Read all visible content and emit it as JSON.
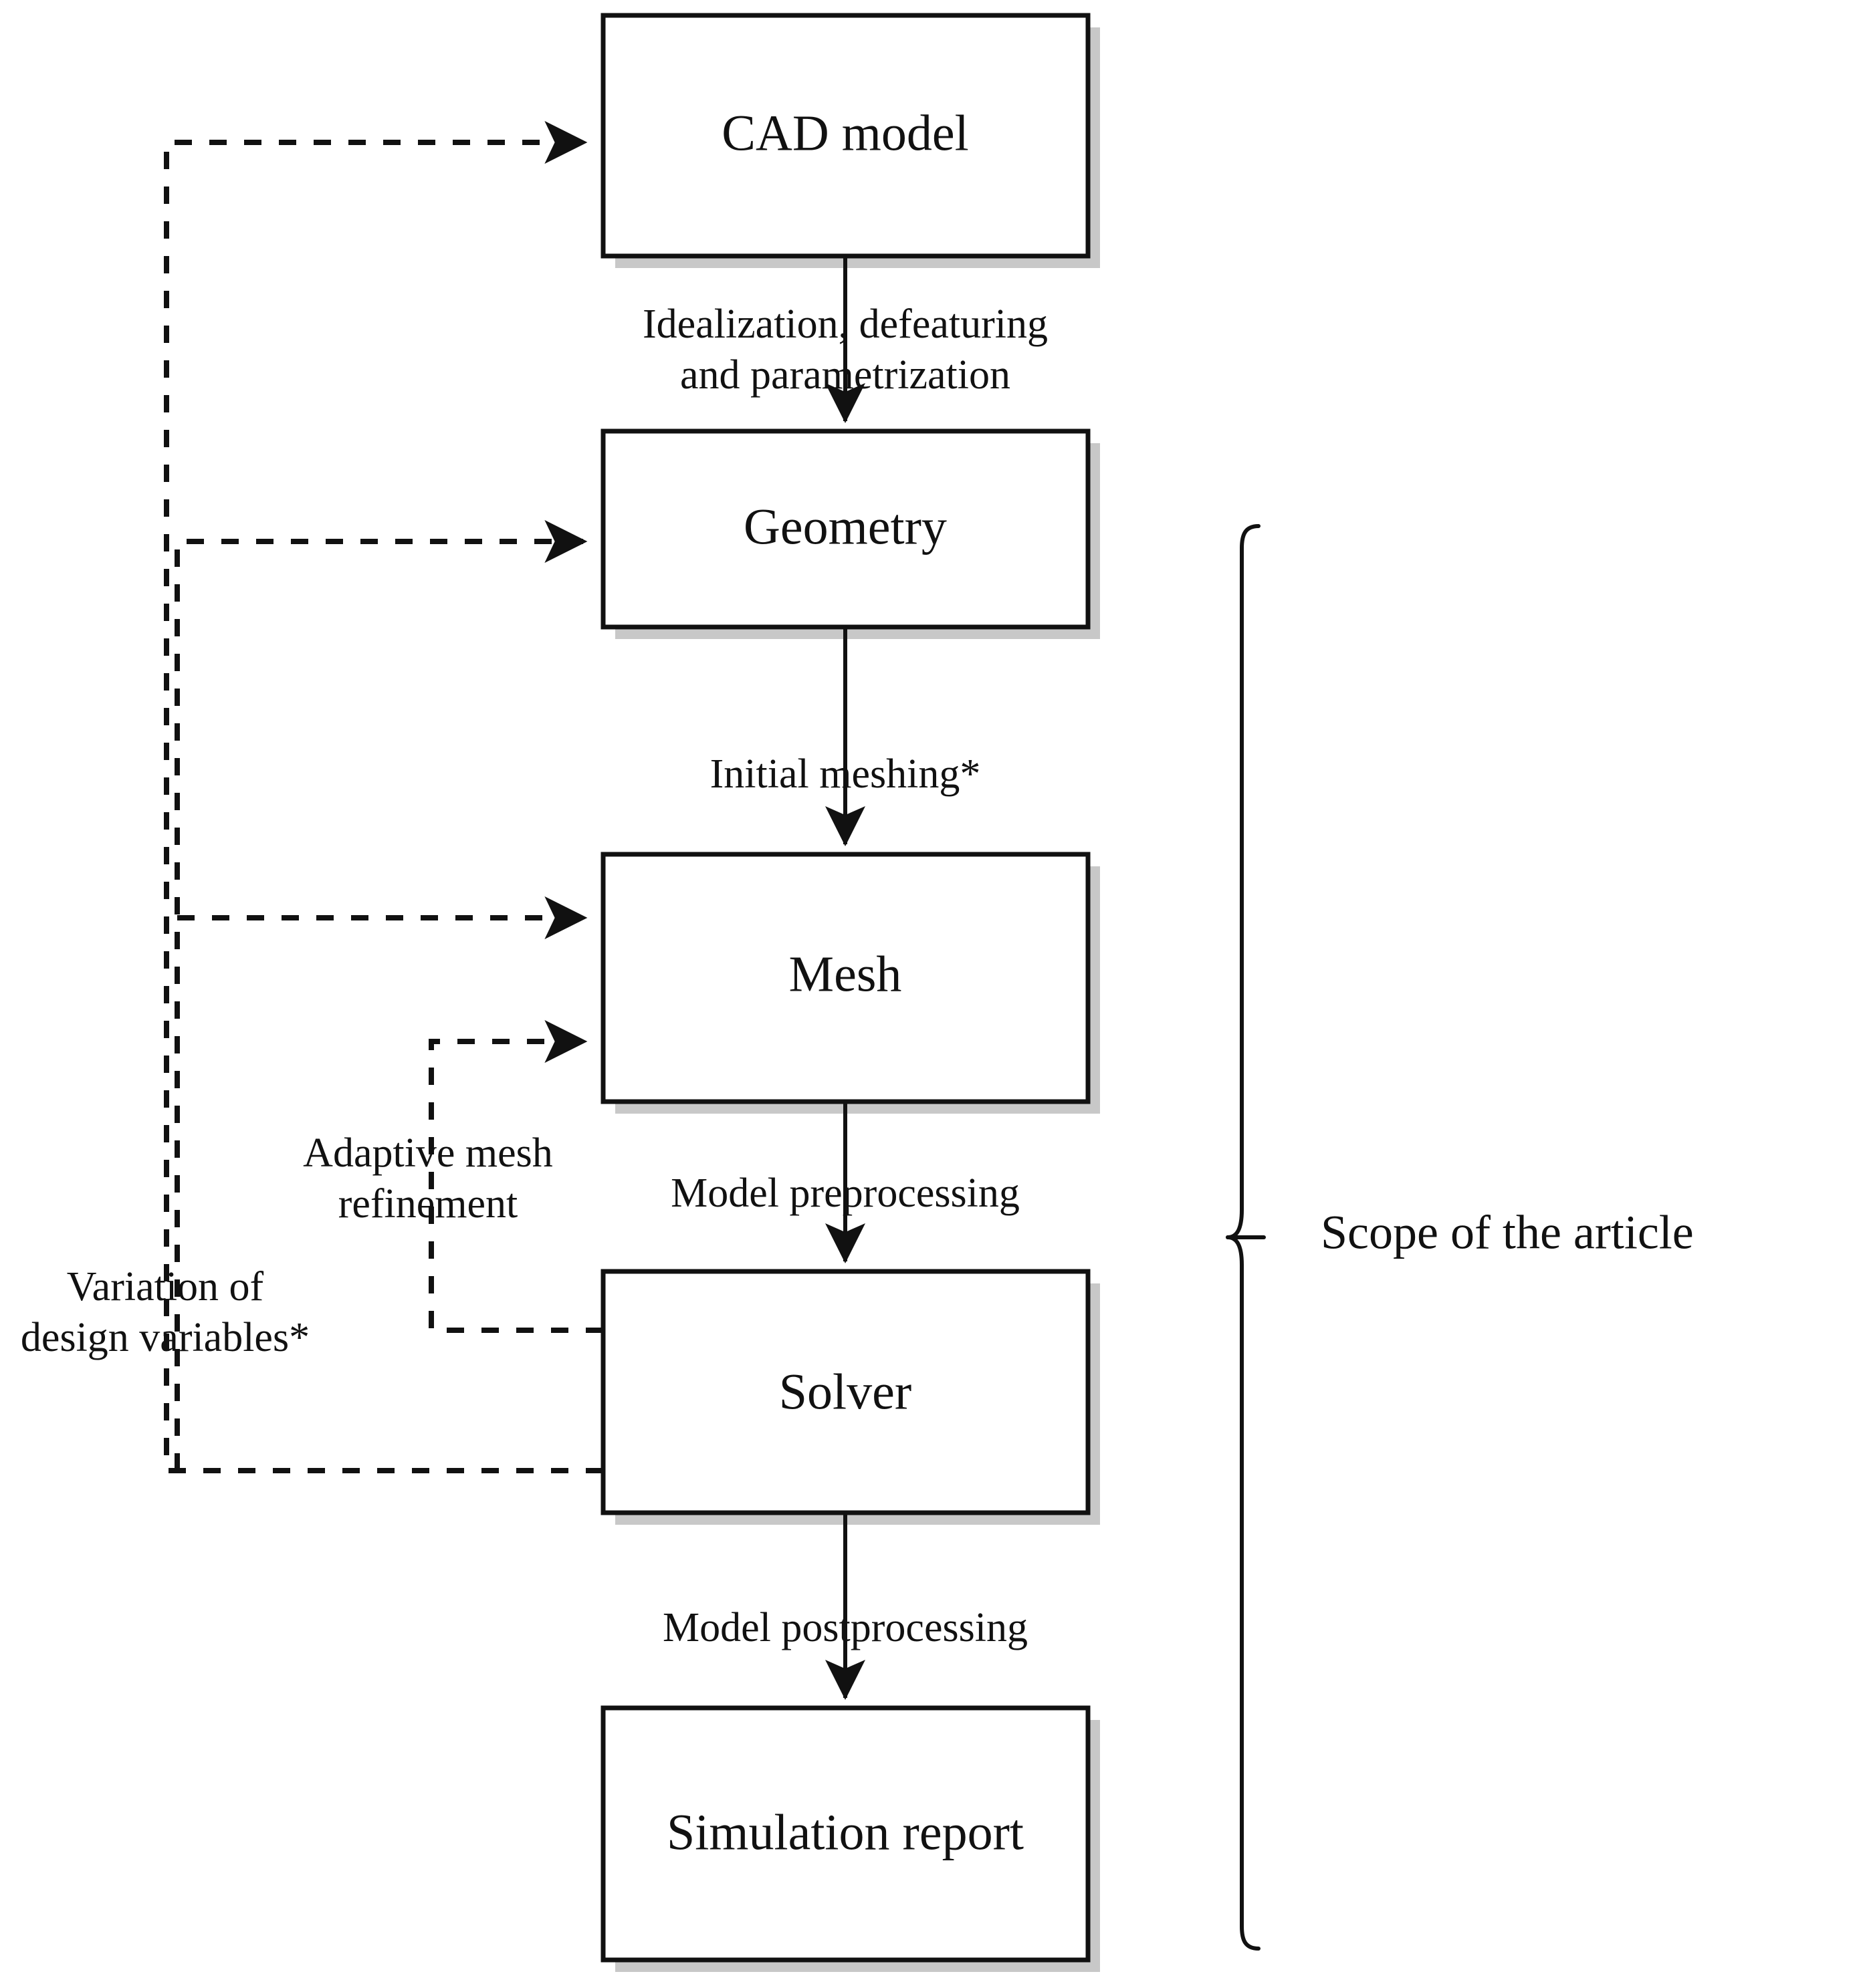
{
  "diagram": {
    "title": "Simulation workflow flowchart",
    "background_color": "#ffffff",
    "line_color": "#111111",
    "shadow_color": "#c8c8c8",
    "nodes": [
      {
        "id": "cad-model",
        "label": "CAD model"
      },
      {
        "id": "geometry",
        "label": "Geometry"
      },
      {
        "id": "mesh",
        "label": "Mesh"
      },
      {
        "id": "solver",
        "label": "Solver"
      },
      {
        "id": "simulation-report",
        "label": "Simulation report"
      }
    ],
    "edge_labels": [
      {
        "id": "idealization",
        "line1": "Idealization, defeaturing",
        "line2": "and parametrization"
      },
      {
        "id": "initial-meshing",
        "line1": "Initial meshing*",
        "line2": ""
      },
      {
        "id": "model-preprocessing",
        "line1": "Model preprocessing",
        "line2": ""
      },
      {
        "id": "model-postprocessing",
        "line1": "Model postprocessing",
        "line2": ""
      },
      {
        "id": "adaptive-mesh-refinement",
        "line1": "Adaptive mesh",
        "line2": "refinement"
      },
      {
        "id": "variation-of-design-variables",
        "line1": "Variation of",
        "line2": "design variables*"
      }
    ],
    "annotation": {
      "id": "scope",
      "label": "Scope of the article"
    }
  }
}
